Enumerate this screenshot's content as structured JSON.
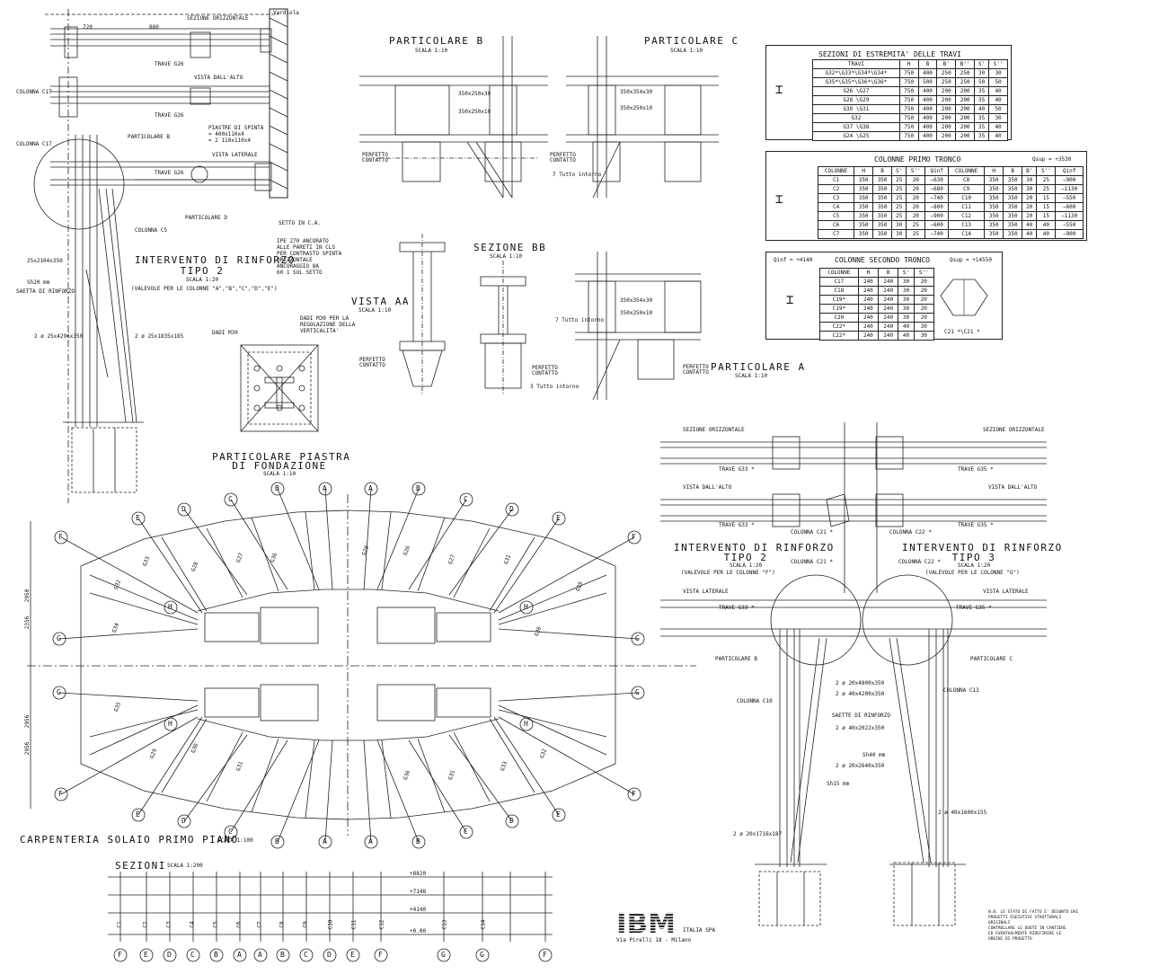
{
  "top_left": {
    "sezione_orizzontale": "SEZIONE ORIZZONTALE",
    "trave_g26": "TRAVE G26",
    "vista_dall_alto": "VISTA DALL'ALTO",
    "colonna_c17": "COLONNA C17",
    "particolare_b": "PARTICOLARE B",
    "piastre_di_spinta": "PIASTRE DI SPINTA",
    "piastre_size1": "= 400x110x4",
    "piastre_size2": "= 2 110x110x4",
    "vista_laterale": "VISTA LATERALE",
    "particolare_d": "PARTICOLARE D",
    "setto": "SETTO IN C.A.",
    "colonna_c5": "COLONNA C5",
    "ipe_note": [
      "IPE 270 ANCORATO",
      "ALLE PARETI IN CLS",
      "PER CONTRASTO SPINTA",
      "ORIZZONTALE",
      "ANCORAGGIO 8A",
      "60 1 SUL SETTO"
    ],
    "dim_720": "720",
    "dim_880": "880",
    "vardiola": "Vardiola",
    "beam1": "25x2104x350",
    "sh20": "Sh20 mm",
    "saetta": "SAETTA DI RINFORZO",
    "sect1": "2 ø 25x4296x350",
    "sect2": "2 ø 25x1835x185"
  },
  "intervento_tipo2": {
    "title1": "INTERVENTO DI RINFORZO",
    "title2": "TIPO 2",
    "scale": "SCALA 1:20",
    "note": "(VALEVOLE PER LE COLONNE \"A\",\"B\",\"C\",\"D\",\"E\")"
  },
  "piastra": {
    "dadi_m30": "DADI M30",
    "dadi_note": [
      "DADI M30 PER LA",
      "REGOLAZIONE DELLA",
      "VERTICALITA'"
    ],
    "title1": "PARTICOLARE PIASTRA",
    "title2": "DI FONDAZIONE",
    "scale": "SCALA 1:10"
  },
  "particolare_b": {
    "title": "PARTICOLARE B",
    "scale": "SCALA 1:10",
    "pl1": "350x250x30",
    "pl2": "350x250x10",
    "perfetto": "PERFETTO CONTATTO",
    "tutto": "7 Tutto intorno"
  },
  "particolare_c": {
    "title": "PARTICOLARE C",
    "scale": "SCALA 1:10",
    "pl1": "350x354x30",
    "pl2": "350x250x10",
    "perfetto": "PERFETTO CONTATTO"
  },
  "sezione_bb": {
    "title": "SEZIONE BB",
    "scale": "SCALA 1:10",
    "perfetto": "PERFETTO CONTATTO",
    "tutto": "3 Tutto intorno"
  },
  "vista_aa": {
    "title": "VISTA AA",
    "scale": "SCALA 1:10",
    "perfetto": "PERFETTO CONTATTO"
  },
  "particolare_a": {
    "title": "PARTICOLARE A",
    "scale": "SCALA 1:10",
    "pl1": "350x354x30",
    "pl2": "350x250x10",
    "tutto": "7 Tutto intorno",
    "perfetto": "PERFETTO CONTATTO"
  },
  "tab_travi": {
    "title": "SEZIONI DI ESTREMITA' DELLE TRAVI",
    "headers": [
      "TRAVI",
      "H",
      "B",
      "B'",
      "B''",
      "S'",
      "S''"
    ],
    "rows": [
      [
        "G32*\\G33*\\G34*\\G34*",
        "750",
        "400",
        "250",
        "250",
        "30",
        "30"
      ],
      [
        "G35*\\G35*\\G36*\\G36*",
        "750",
        "500",
        "250",
        "250",
        "50",
        "50"
      ],
      [
        "G26 \\G27",
        "750",
        "400",
        "200",
        "200",
        "35",
        "40"
      ],
      [
        "G28 \\G29",
        "750",
        "400",
        "200",
        "200",
        "35",
        "40"
      ],
      [
        "G30 \\G31",
        "750",
        "400",
        "200",
        "200",
        "40",
        "50"
      ],
      [
        "G32",
        "750",
        "400",
        "200",
        "200",
        "35",
        "30"
      ],
      [
        "G37 \\G38",
        "750",
        "400",
        "200",
        "200",
        "35",
        "40"
      ],
      [
        "G24 \\G25",
        "750",
        "400",
        "200",
        "200",
        "35",
        "40"
      ]
    ]
  },
  "tab_colonne1": {
    "title": "COLONNE PRIMO TRONCO",
    "qsup": "Qsup = +3530",
    "headers": [
      "COLONNE",
      "H",
      "B",
      "S'",
      "S''",
      "Qinf",
      "COLONNE",
      "H",
      "B",
      "B'",
      "S''",
      "Qinf"
    ],
    "rows": [
      [
        "C1",
        "350",
        "350",
        "25",
        "20",
        "−630",
        "C8",
        "350",
        "350",
        "30",
        "25",
        "−900"
      ],
      [
        "C2",
        "350",
        "350",
        "25",
        "20",
        "−680",
        "C9",
        "350",
        "350",
        "30",
        "25",
        "−1130"
      ],
      [
        "C3",
        "350",
        "350",
        "25",
        "20",
        "−740",
        "C10",
        "350",
        "350",
        "20",
        "15",
        "−550"
      ],
      [
        "C4",
        "350",
        "350",
        "25",
        "20",
        "−800",
        "C11",
        "350",
        "350",
        "20",
        "15",
        "−600"
      ],
      [
        "C5",
        "350",
        "350",
        "25",
        "20",
        "−900",
        "C12",
        "350",
        "350",
        "20",
        "15",
        "−1130"
      ],
      [
        "C6",
        "350",
        "350",
        "30",
        "25",
        "−600",
        "C13",
        "350",
        "350",
        "40",
        "40",
        "−550"
      ],
      [
        "C7",
        "350",
        "350",
        "30",
        "25",
        "−740",
        "C14",
        "350",
        "350",
        "40",
        "40",
        "−900"
      ]
    ]
  },
  "tab_colonne2": {
    "title": "COLONNE SECONDO TRONCO",
    "qinf": "Qinf = +4140",
    "qsup": "Qsup = +14550",
    "headers": [
      "COLONNE",
      "H",
      "B",
      "S'",
      "S''"
    ],
    "rows": [
      [
        "C17",
        "240",
        "240",
        "30",
        "20"
      ],
      [
        "C18",
        "240",
        "240",
        "30",
        "20"
      ],
      [
        "C19*",
        "240",
        "240",
        "30",
        "20"
      ],
      [
        "C19*",
        "240",
        "240",
        "30",
        "20"
      ],
      [
        "C20",
        "240",
        "240",
        "30",
        "20"
      ],
      [
        "C22*",
        "240",
        "240",
        "40",
        "30"
      ],
      [
        "C22*",
        "240",
        "240",
        "40",
        "30"
      ]
    ],
    "note": "C21 *\\C21 *"
  },
  "plan": {
    "title": "CARPENTERIA SOLAIO PRIMO PIANO",
    "scale": "SCALA 1:100",
    "top_axes": [
      "E",
      "D",
      "C",
      "B",
      "A",
      "A",
      "B",
      "C",
      "D",
      "E"
    ],
    "bottom_axes": [
      "E",
      "D",
      "C",
      "B",
      "A",
      "A",
      "B",
      "C",
      "D",
      "E"
    ],
    "side_axes": [
      "F",
      "G",
      "G",
      "F"
    ],
    "h_label": "H",
    "beams_left": [
      "G32",
      "G33",
      "G34",
      "G27",
      "G28",
      "G29",
      "G30",
      "G31",
      "G35",
      "G36"
    ],
    "beams_right": [
      "G28",
      "G26",
      "G27",
      "G31",
      "G30",
      "G29",
      "G32",
      "G33",
      "G35",
      "G36"
    ],
    "dims_left": [
      "2950",
      "2356",
      "2956",
      "2956"
    ]
  },
  "sezioni": {
    "title": "SEZIONI",
    "scale": "SCALA 1:200",
    "axes": [
      "F",
      "E",
      "D",
      "C",
      "B",
      "A",
      "A",
      "B",
      "C",
      "D",
      "E",
      "F",
      "G",
      "G",
      "F"
    ],
    "levels": [
      "+8820",
      "+7148",
      "+4140",
      "+0.00"
    ],
    "cols": [
      "C1",
      "C2",
      "C3",
      "C4",
      "C5",
      "C6",
      "C7",
      "C8",
      "C9",
      "C10",
      "C11",
      "C12",
      "C13",
      "C14"
    ]
  },
  "ibm": {
    "address": "Via Pirelli 18 - Milano",
    "company": "ITALIA SPA"
  },
  "right_bottom": {
    "sezione_orizzontale": "SEZIONE ORIZZONTALE",
    "vista_dall_alto": "VISTA DALL'ALTO",
    "vista_laterale": "VISTA LATERALE",
    "trave_g33": "TRAVE G33 *",
    "trave_g35": "TRAVE G35 *",
    "colonna_c21": "COLONNA C21 *",
    "colonna_c22": "COLONNA C22 *",
    "tipo2_title1": "INTERVENTO DI RINFORZO",
    "tipo2_title2": "TIPO 2",
    "tipo2_scale": "SCALA 1:20",
    "tipo2_note": "(VALEVOLE PER LE COLONNE \"F\")",
    "tipo3_title1": "INTERVENTO DI RINFORZO",
    "tipo3_title2": "TIPO 3",
    "tipo3_scale": "SCALA 1:20",
    "tipo3_note": "(VALEVOLE PER LE COLONNE \"G\")",
    "particolare_b": "PARTICOLARE B",
    "particolare_c": "PARTICOLARE C",
    "colonna_c10": "COLONNA C10",
    "colonna_c13": "COLONNA C13",
    "saette": "SAETTE DI RINFORZO",
    "s1": "2 ø 20x4800x350",
    "s2": "2 ø 40x4200x350",
    "s3": "2 ø 40x2022x350",
    "s4": "2 ø 20x2640x350",
    "s5": "Sh40 mm",
    "s6": "Sh15 mm",
    "s7": "2 ø 20x1716x187",
    "s8": "2 ø 40x1600x155",
    "note": [
      "N.B. LE STATO DI FATTO E' DESUNTO DAI",
      "PROGETTI ESECUTIVI STRUTTURALI",
      "ORIGINALI",
      "CONTROLLARE LE QUOTE IN CANTIERE",
      "ED EVENTUALMENTE RIDEFINIRE LE",
      "ORDINI DI PROGETTO"
    ]
  }
}
